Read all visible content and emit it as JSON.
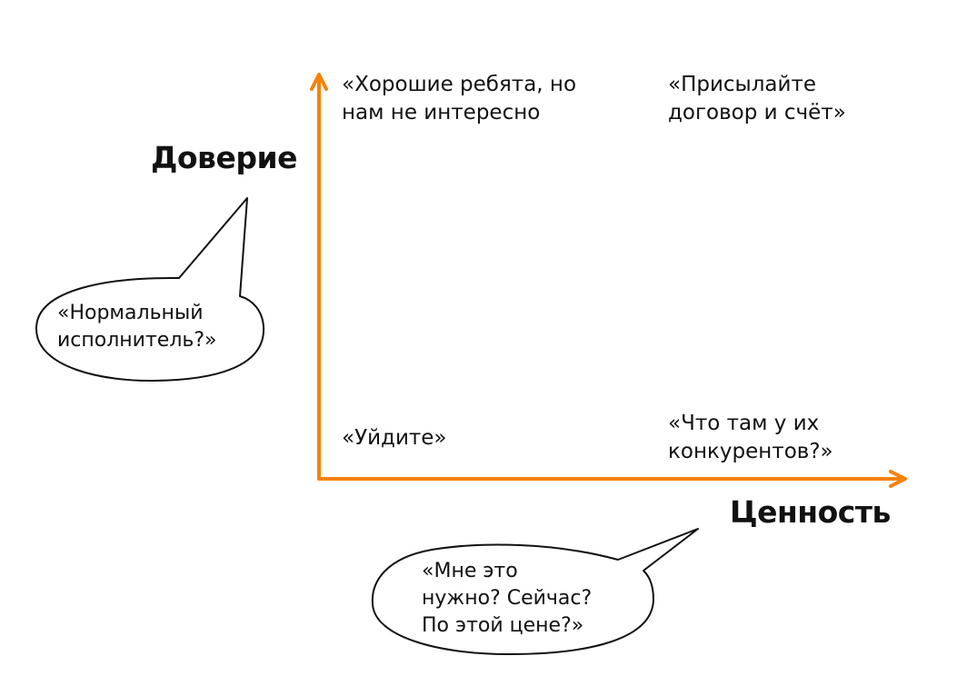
{
  "diagram": {
    "axis_y_title": "Доверие",
    "axis_x_title": "Ценность",
    "accent_color": "#F5820A",
    "quadrants": {
      "top_left": [
        "«Хорошие ребята, но",
        "нам не интересно"
      ],
      "top_right": [
        "«Присылайте",
        "договор и счёт»"
      ],
      "bottom_left": [
        "«Уйдите»"
      ],
      "bottom_right": [
        "«Что там у их",
        "конкурентов?»"
      ]
    },
    "bubbles": {
      "trust": [
        "«Нормальный",
        "исполнитель?»"
      ],
      "value": [
        "«Мне это",
        "нужно? Сейчас?",
        "По этой цене?»"
      ]
    }
  }
}
